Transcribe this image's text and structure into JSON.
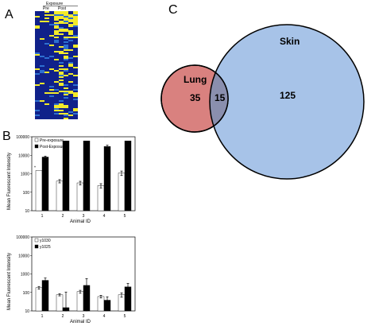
{
  "panels": {
    "a": "A",
    "b": "B",
    "c": "C"
  },
  "heatmap": {
    "header_top": "Exposure",
    "col_pre": "Pre",
    "col_post": "Post",
    "colors": {
      "base": "#10218a",
      "high": "#f2ea2a",
      "mid": "#2d6fd0"
    }
  },
  "chart_data": [
    {
      "type": "bar",
      "categories": [
        "1",
        "2",
        "3",
        "4",
        "5"
      ],
      "series": [
        {
          "name": "Pre-exposure",
          "values": [
            1500,
            400,
            320,
            230,
            1100
          ],
          "errors": [
            0,
            80,
            70,
            60,
            300
          ]
        },
        {
          "name": "Post-Exposure",
          "values": [
            8000,
            60000,
            60000,
            30000,
            60000
          ],
          "errors": [
            1000,
            0,
            0,
            5000,
            0
          ]
        }
      ],
      "xlabel": "Animal ID",
      "ylabel": "Mean Fluorescent Intensity",
      "yscale": "log",
      "ylim": [
        10,
        100000
      ],
      "yticks": [
        "10",
        "100",
        "1000",
        "10000",
        "100000"
      ],
      "legend": "top-left",
      "annotation": "*"
    },
    {
      "type": "bar",
      "categories": [
        "1",
        "2",
        "3",
        "4",
        "5"
      ],
      "series": [
        {
          "name": "y1030",
          "values": [
            180,
            75,
            110,
            60,
            75
          ],
          "errors": [
            30,
            10,
            20,
            10,
            20
          ]
        },
        {
          "name": "y1025",
          "values": [
            450,
            15,
            240,
            38,
            200
          ],
          "errors": [
            150,
            90,
            320,
            20,
            110
          ]
        }
      ],
      "xlabel": "Animal ID",
      "ylabel": "Mean Fluorescent Intensity",
      "yscale": "log",
      "ylim": [
        10,
        100000
      ],
      "yticks": [
        "10",
        "100",
        "1000",
        "10000",
        "100000"
      ],
      "legend": "top-left"
    }
  ],
  "venn": {
    "sets": [
      {
        "name": "Lung",
        "only": "35",
        "color": "#d9817f"
      },
      {
        "name": "Skin",
        "only": "125",
        "color": "#a7c3e8"
      }
    ],
    "overlap": "15",
    "overlap_color": "#8a8fae"
  }
}
